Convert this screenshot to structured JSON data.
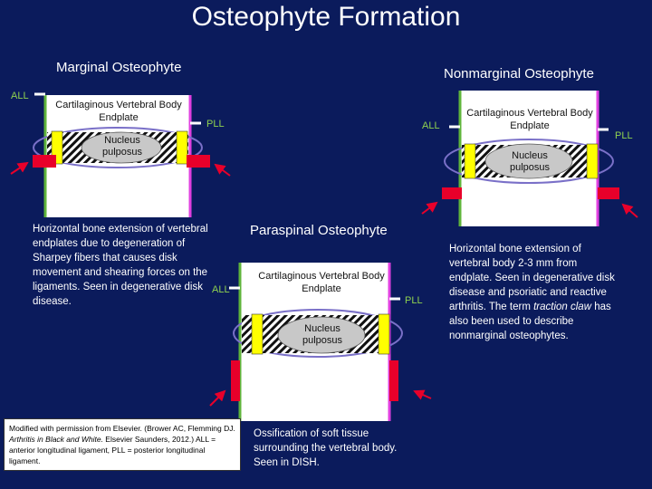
{
  "title": "Osteophyte Formation",
  "marginal": {
    "heading": "Marginal Osteophyte",
    "all": "ALL",
    "pll": "PLL",
    "vertebral_body": "Cartilaginous Vertebral Body Endplate",
    "nucleus": "Nucleus pulposus",
    "description": "Horizontal bone extension of vertebral endplates due  to degeneration of Sharpey fibers that causes disk movement and shearing forces on the ligaments. Seen in degenerative disk disease."
  },
  "nonmarginal": {
    "heading": "Nonmarginal Osteophyte",
    "all": "ALL",
    "pll": "PLL",
    "vertebral_body": "Cartilaginous Vertebral Body Endplate",
    "nucleus": "Nucleus pulposus",
    "description_before": "Horizontal bone extension of vertebral body 2-3 mm from endplate. Seen in degenerative disk disease and psoriatic and reactive arthritis. The term ",
    "description_italic": "traction claw",
    "description_after": " has also been used to describe nonmarginal osteophytes."
  },
  "paraspinal": {
    "heading": "Paraspinal Osteophyte",
    "all": "ALL",
    "pll": "PLL",
    "vertebral_body": "Cartilaginous Vertebral Body Endplate",
    "nucleus": "Nucleus pulposus",
    "description": "Ossification of soft tissue surrounding the vertebral body. Seen in DISH."
  },
  "credit": {
    "before": "Modified  with permission from Elsevier. (Brower AC, Flemming DJ. ",
    "italic": "Arthritis in Black and White.",
    "after": " Elsevier Saunders, 2012.) ALL = anterior longitudinal ligament, PLL = posterior longitudinal ligament."
  },
  "colors": {
    "background": "#0b1b5c",
    "all_ligament": "#5fb43b",
    "pll_ligament": "#e040e0",
    "osteophyte": "#e8002a",
    "annulus": "#ffff00",
    "nucleus": "#c8c8c8",
    "disc_outline": "#7a70c8"
  }
}
